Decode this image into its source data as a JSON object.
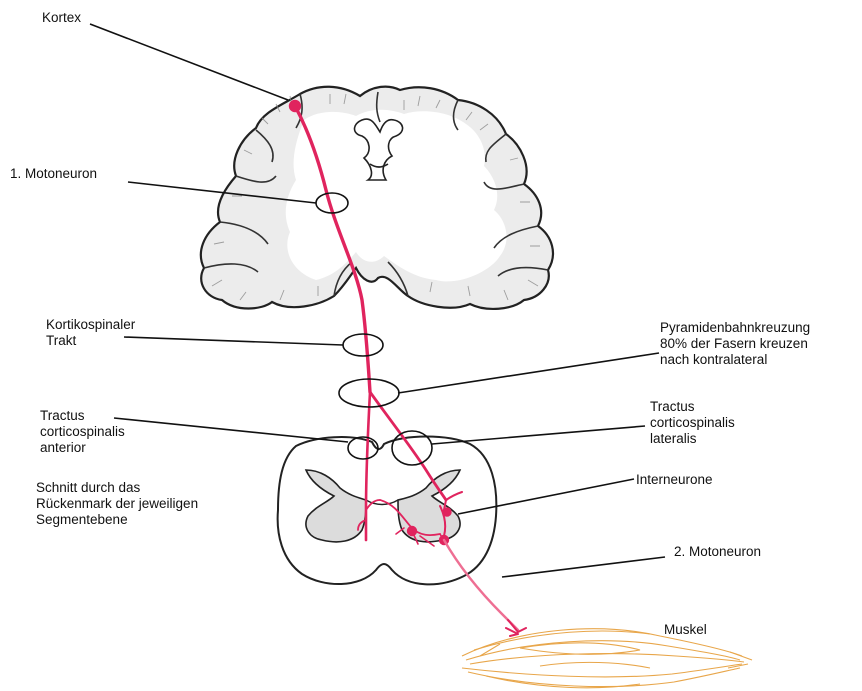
{
  "colors": {
    "tract": "#e0245e",
    "tract_light": "#ee6f93",
    "muscle": "#e8a64a",
    "brain_outline": "#222222",
    "brain_shade": "#8a8a8a",
    "leader": "#111111"
  },
  "labels": {
    "kortex": "Kortex",
    "motoneuron1": "1. Motoneuron",
    "kortikospinaler": [
      "Kortikospinaler",
      "Trakt"
    ],
    "pyramiden": [
      "Pyramidenbahnkreuzung",
      "80% der Fasern kreuzen",
      "nach kontralateral"
    ],
    "tractus_anterior": [
      "Tractus",
      "corticospinalis",
      "anterior"
    ],
    "tractus_lateralis": [
      "Tractus",
      "corticospinalis",
      "lateralis"
    ],
    "schnitt": [
      "Schnitt durch das",
      "Rückenmark der jeweiligen",
      "Segmentebene"
    ],
    "interneurone": "Interneurone",
    "motoneuron2": "2. Motoneuron",
    "muskel": "Muskel"
  }
}
